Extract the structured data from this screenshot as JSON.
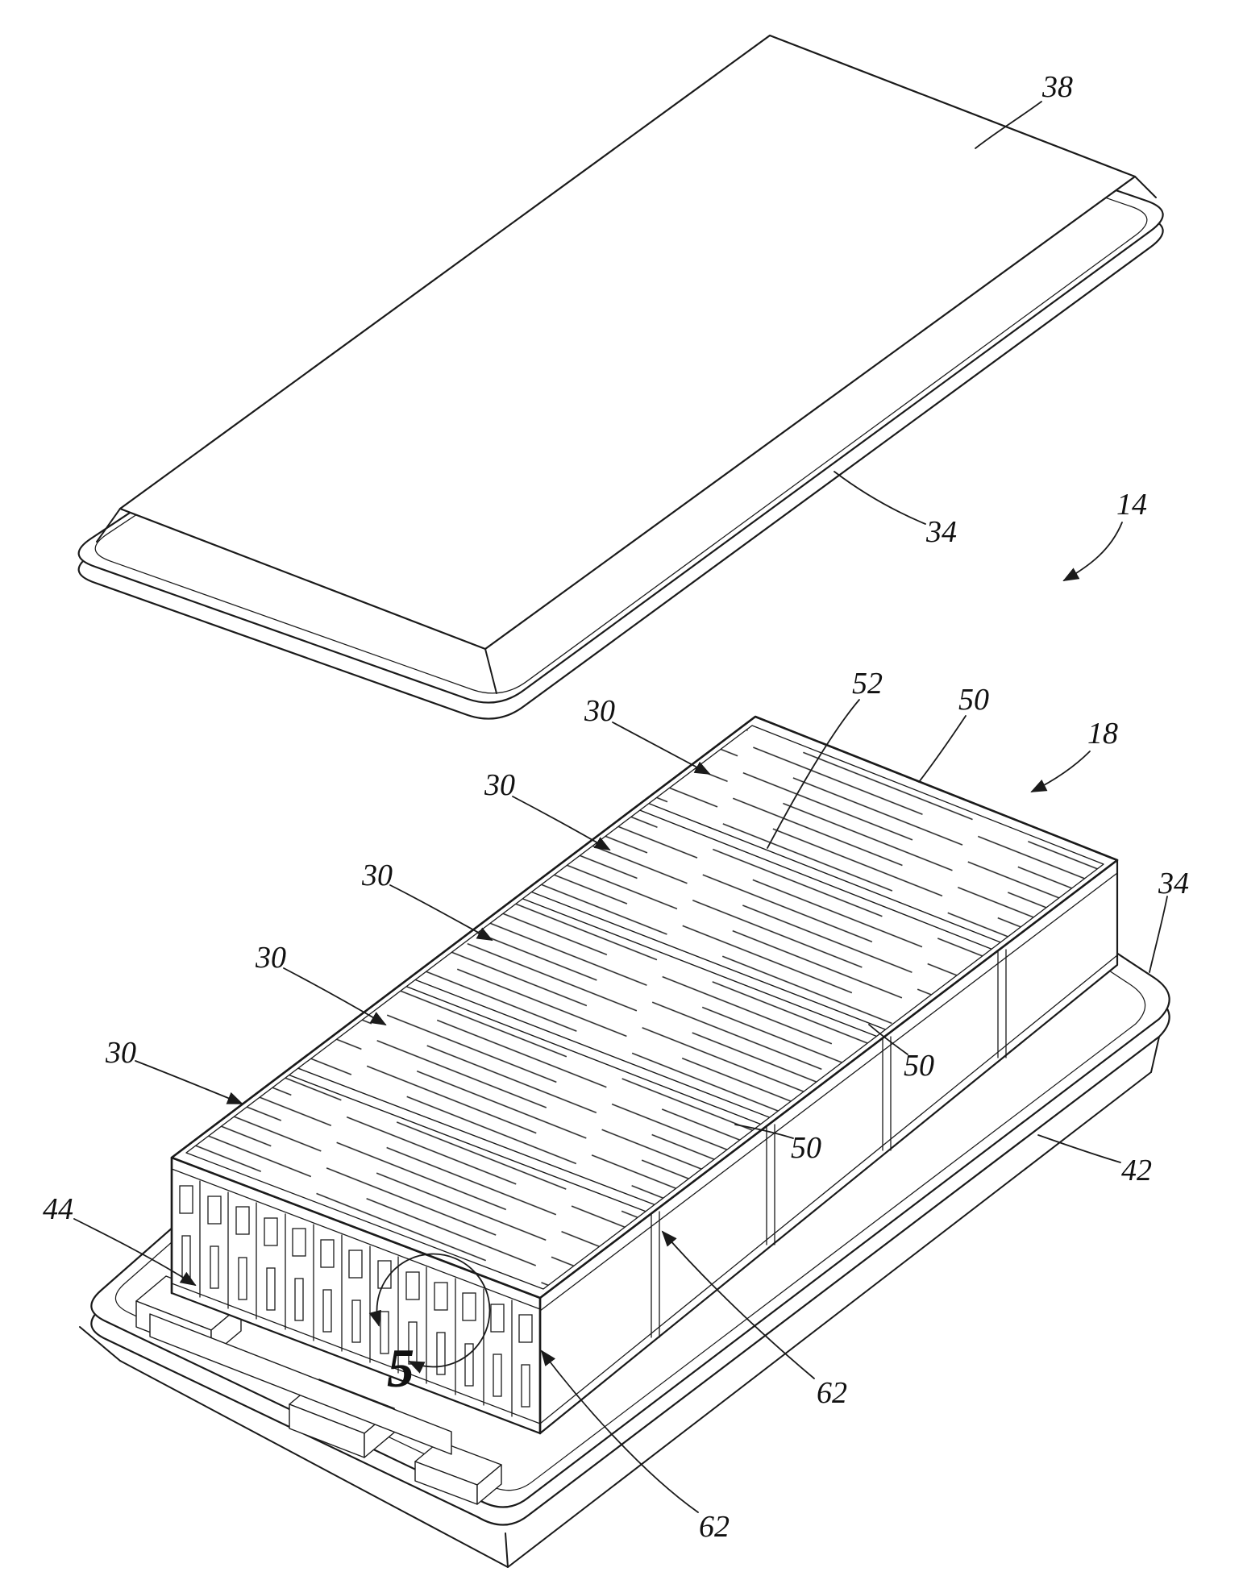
{
  "figure": {
    "background_color": "#ffffff",
    "line_color": "#1a1a1a"
  },
  "labels": {
    "ref_38": "38",
    "ref_34_upper": "34",
    "ref_14": "14",
    "ref_52": "52",
    "ref_50_upper": "50",
    "ref_18": "18",
    "ref_30_1": "30",
    "ref_30_2": "30",
    "ref_30_3": "30",
    "ref_30_4": "30",
    "ref_30_5": "30",
    "ref_34_right": "34",
    "ref_50_mid": "50",
    "ref_50_lower": "50",
    "ref_42": "42",
    "ref_44": "44",
    "ref_5": "5",
    "ref_62_right": "62",
    "ref_62_bottom": "62"
  }
}
